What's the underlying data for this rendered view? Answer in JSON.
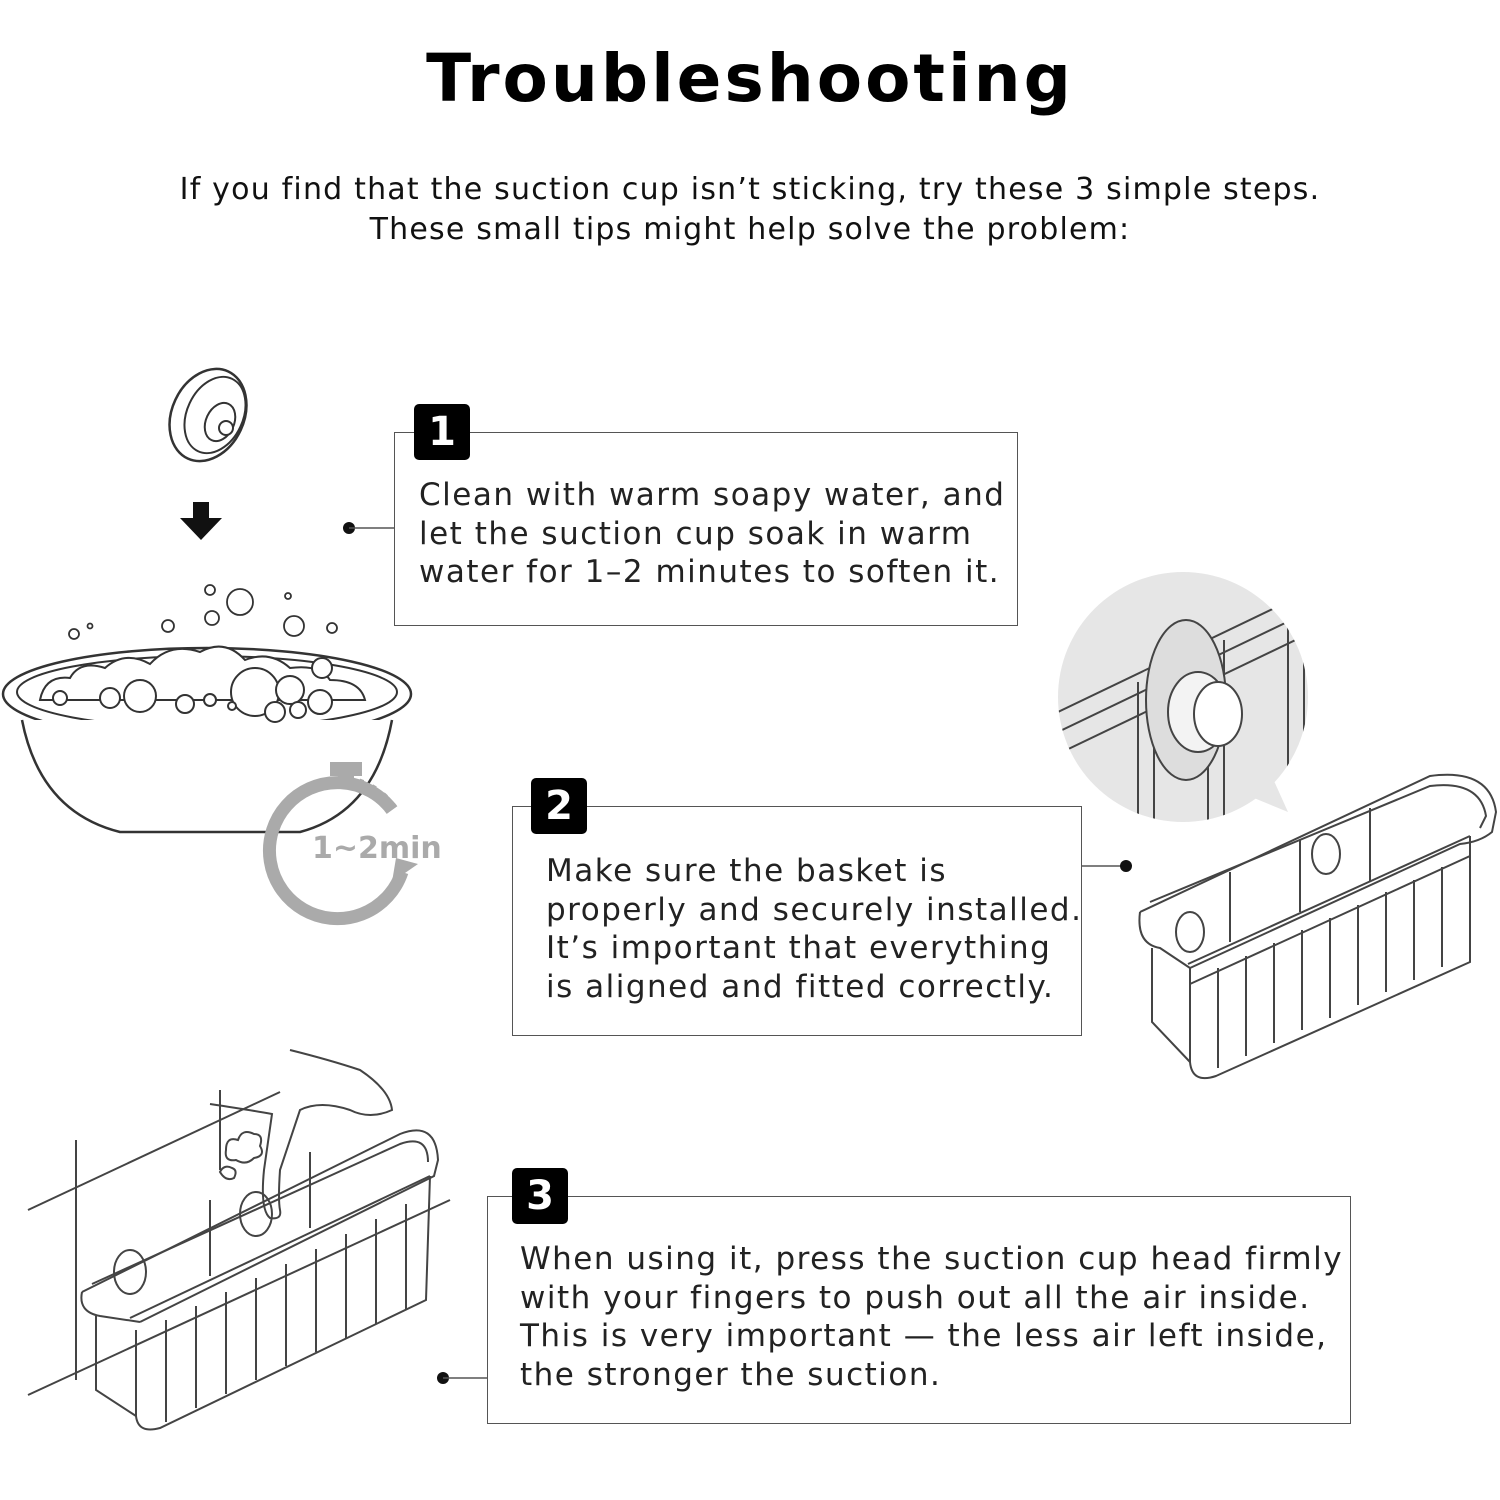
{
  "title": "Troubleshooting",
  "intro": {
    "line1": "If you find that the suction cup isn’t sticking, try these 3 simple steps.",
    "line2": "These small tips might help solve the problem:"
  },
  "steps": [
    {
      "number": "1",
      "lines": [
        "Clean with warm soapy water, and",
        "let the suction cup soak in warm",
        "water for 1–2 minutes to soften it."
      ]
    },
    {
      "number": "2",
      "lines": [
        "Make sure the basket is",
        "properly and securely installed.",
        "It’s important that everything",
        "is aligned and fitted correctly."
      ]
    },
    {
      "number": "3",
      "lines": [
        "When using it, press the suction cup head firmly",
        "with your fingers to push out all the air inside.",
        "This is very important — the less air left inside,",
        "the stronger the suction."
      ]
    }
  ],
  "timer_label": "1~2min",
  "icons": [
    "suction-cup-icon",
    "down-arrow-icon",
    "soapy-bowl-illustration",
    "timer-icon",
    "magnifier-detail-illustration",
    "wire-basket-illustration",
    "hand-pressing-basket-illustration"
  ]
}
